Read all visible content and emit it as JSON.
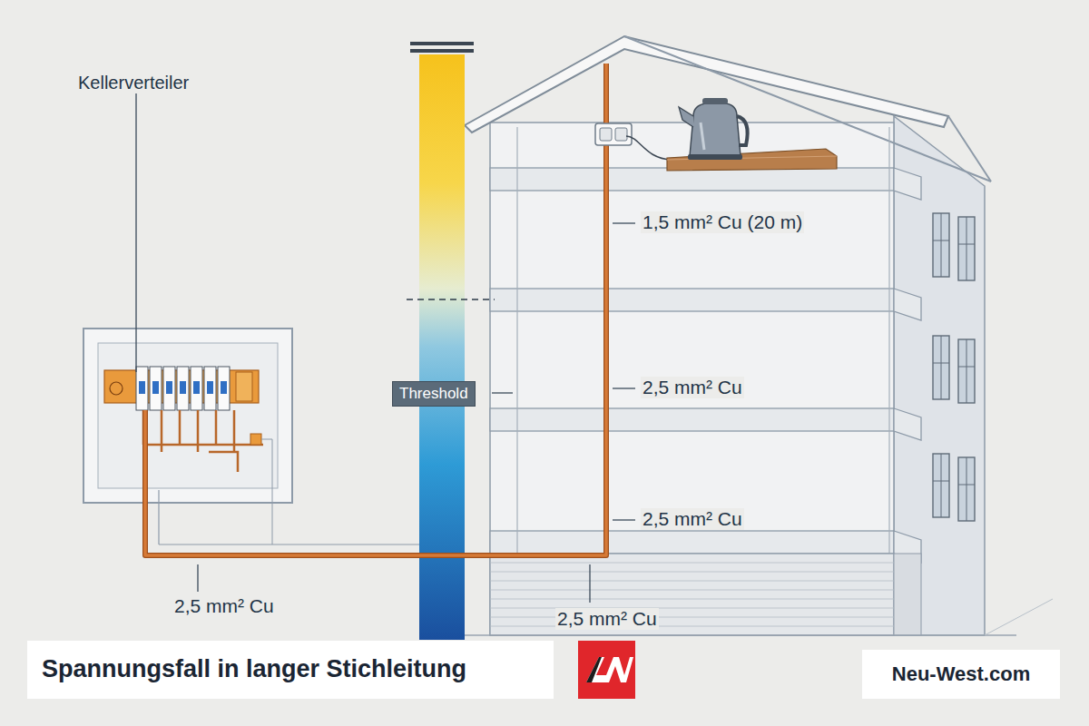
{
  "diagram": {
    "title": "Spannungsfall in langer Stichleitung",
    "nodes": [
      {
        "text": [
          "Threshold"
        ]
      },
      {
        "text": [
          "Neu-West.com"
        ]
      }
    ],
    "labels": [
      "Kellerverteiler",
      "1,5 mm² Cu (20 m)",
      "2,5 mm² Cu",
      "2,5 mm² Cu",
      "2,5 mm² Cu",
      "2,5 mm² Cu"
    ]
  }
}
